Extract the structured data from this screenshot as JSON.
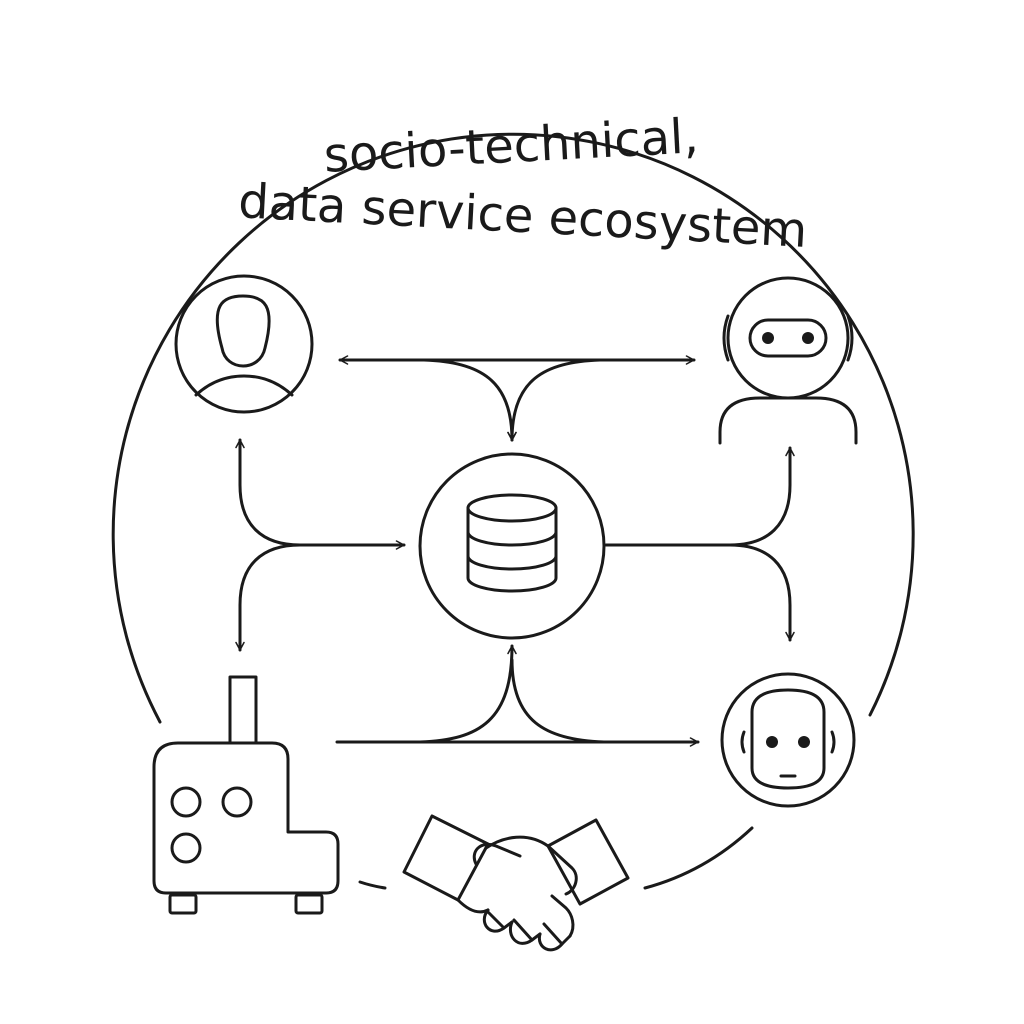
{
  "diagram": {
    "title_line_1": "socio-technical,",
    "title_line_2": "data service ecosystem",
    "nodes": [
      {
        "id": "person",
        "icon": "person-icon"
      },
      {
        "id": "robot",
        "icon": "robot-icon"
      },
      {
        "id": "database",
        "icon": "database-icon"
      },
      {
        "id": "machine",
        "icon": "machine-icon"
      },
      {
        "id": "android",
        "icon": "android-face-icon"
      },
      {
        "id": "handshake",
        "icon": "handshake-icon"
      }
    ],
    "stroke_color": "#1a1a1a",
    "background_color": "#ffffff"
  }
}
